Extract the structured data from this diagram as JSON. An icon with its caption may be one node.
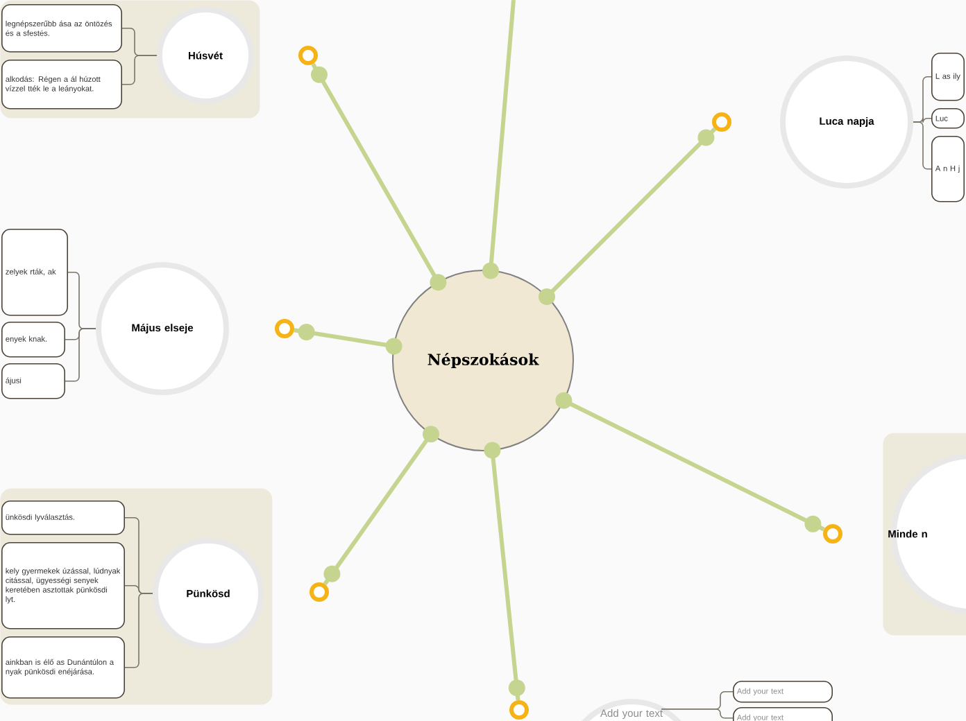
{
  "diagram": {
    "nodes": [
      {
        "text": [
          "Népszokások"
        ]
      },
      {
        "text": [],
        "shape": "box"
      },
      {
        "text": [
          "Húsvét"
        ],
        "in": 1
      },
      {
        "text": [
          "legnépszerűbb ása az öntözés és a sfestés."
        ],
        "in": 1
      },
      {
        "text": [
          "alkodás: Régen a ál húzott vízzel tték le a leányokat."
        ],
        "in": 1
      },
      {
        "text": [
          "Május elseje"
        ]
      },
      {
        "text": [
          "zelyek rták, ak"
        ]
      },
      {
        "text": [
          "enyek knak."
        ]
      },
      {
        "text": [
          "ájusi"
        ]
      },
      {
        "text": [],
        "shape": "box"
      },
      {
        "text": [
          "Pünkösd"
        ],
        "in": 9
      },
      {
        "text": [
          "ünkösdi lyválasztás."
        ],
        "in": 9
      },
      {
        "text": [
          "kely gyermekek úzással, lúdnyak citással, ügyességi senyek keretében asztottak pünkösdi lyt."
        ],
        "in": 9
      },
      {
        "text": [
          "ainkban is élő as Dunántúlon a nyak pünkösdi enéjárása."
        ],
        "in": 9
      },
      {
        "text": [
          "Luca napja"
        ]
      },
      {
        "text": [
          "L as ily"
        ]
      },
      {
        "text": [
          "Luc"
        ]
      },
      {
        "text": [
          "A n H j"
        ]
      },
      {
        "text": [],
        "shape": "box"
      },
      {
        "text": [
          "Minde n"
        ],
        "in": 18
      },
      {
        "text": [
          "Add your text"
        ]
      },
      {
        "text": [
          "Add your text"
        ]
      },
      {
        "text": [
          "Add your text"
        ]
      },
      {
        "text": [],
        "shape": "circle"
      },
      {
        "text": [],
        "shape": "circle"
      },
      {
        "text": [],
        "shape": "circle"
      },
      {
        "text": [],
        "shape": "circle"
      },
      {
        "text": [],
        "shape": "circle"
      },
      {
        "text": [],
        "shape": "circle"
      }
    ],
    "edges": [
      {
        "from": 0,
        "to": 23,
        "arrow": "other",
        "style": "thick",
        "color": "#c5d48f"
      },
      {
        "from": 0,
        "to": 24,
        "arrow": "other",
        "style": "thick",
        "color": "#c5d48f"
      },
      {
        "from": 0,
        "to": 25,
        "arrow": "other",
        "style": "thick",
        "color": "#c5d48f"
      },
      {
        "from": 0,
        "to": 26,
        "arrow": "other",
        "style": "thick",
        "color": "#c5d48f"
      },
      {
        "from": 0,
        "to": 27,
        "arrow": "other",
        "style": "thick",
        "color": "#c5d48f"
      },
      {
        "from": 0,
        "to": 28,
        "arrow": "other",
        "style": "thick",
        "color": "#c5d48f"
      },
      {
        "from": 0,
        "to": null,
        "arrow": "other",
        "style": "thick",
        "color": "#c5d48f"
      },
      {
        "from": 2,
        "to": 3,
        "arrow": "none"
      },
      {
        "from": 2,
        "to": 4,
        "arrow": "none"
      },
      {
        "from": 5,
        "to": 6,
        "arrow": "none"
      },
      {
        "from": 5,
        "to": 7,
        "arrow": "none"
      },
      {
        "from": 5,
        "to": 8,
        "arrow": "none"
      },
      {
        "from": 10,
        "to": 11,
        "arrow": "none"
      },
      {
        "from": 10,
        "to": 12,
        "arrow": "none"
      },
      {
        "from": 10,
        "to": 13,
        "arrow": "none"
      },
      {
        "from": 14,
        "to": 15,
        "arrow": "none"
      },
      {
        "from": 14,
        "to": 16,
        "arrow": "none"
      },
      {
        "from": 14,
        "to": 17,
        "arrow": "none"
      },
      {
        "from": 20,
        "to": 21,
        "arrow": "none"
      },
      {
        "from": 20,
        "to": 22,
        "arrow": "none"
      }
    ]
  }
}
